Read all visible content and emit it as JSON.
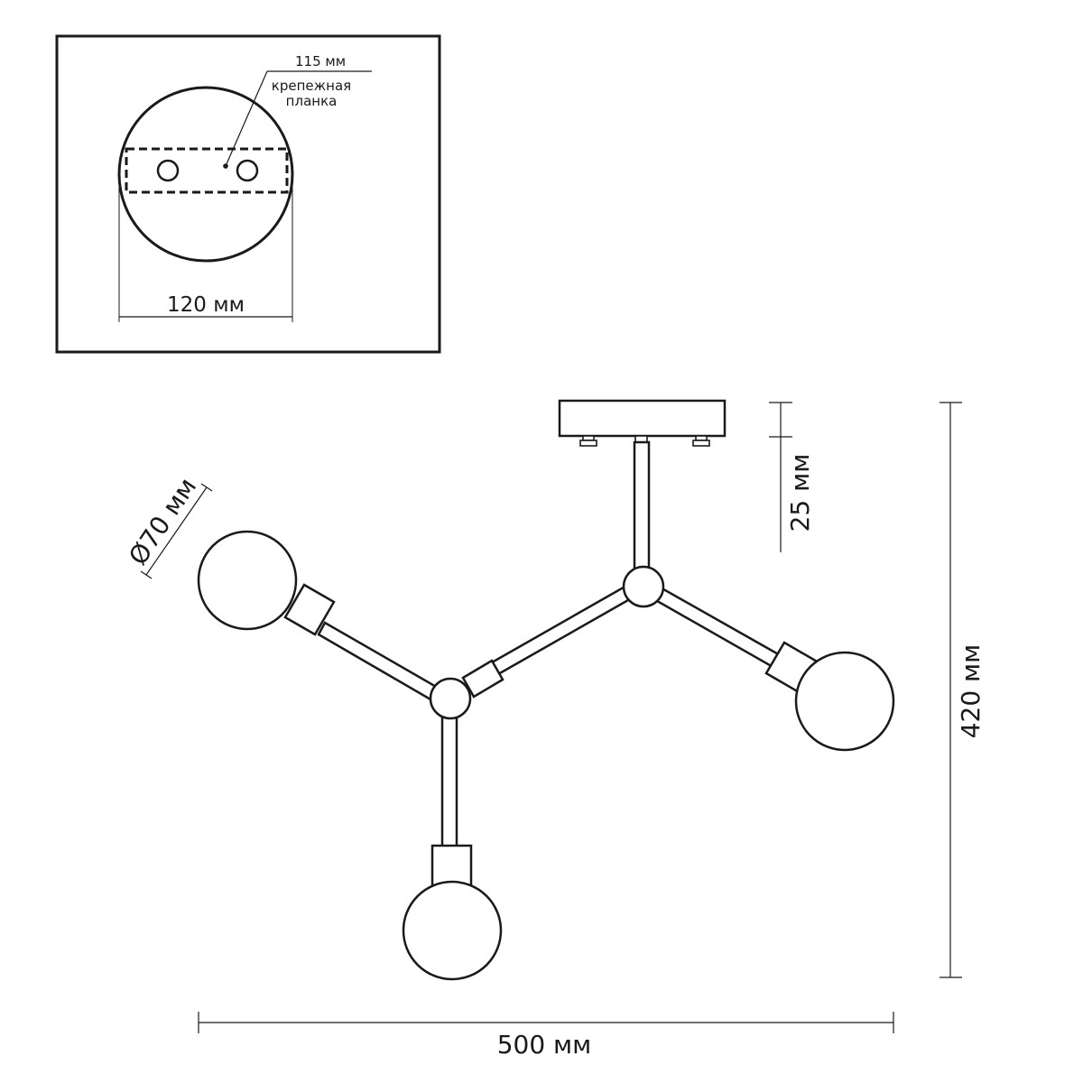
{
  "inset": {
    "plate_size_label": "115 мм",
    "plate_name_line1": "крепежная",
    "plate_name_line2": "планка",
    "canopy_diameter_label": "120 мм"
  },
  "dimensions": {
    "bulb_diameter_label": "Ø70 мм",
    "canopy_height_label": "25 мм",
    "total_height_label": "420 мм",
    "total_width_label": "500 мм"
  },
  "colors": {
    "line": "#1a1a1a",
    "background": "#ffffff"
  }
}
